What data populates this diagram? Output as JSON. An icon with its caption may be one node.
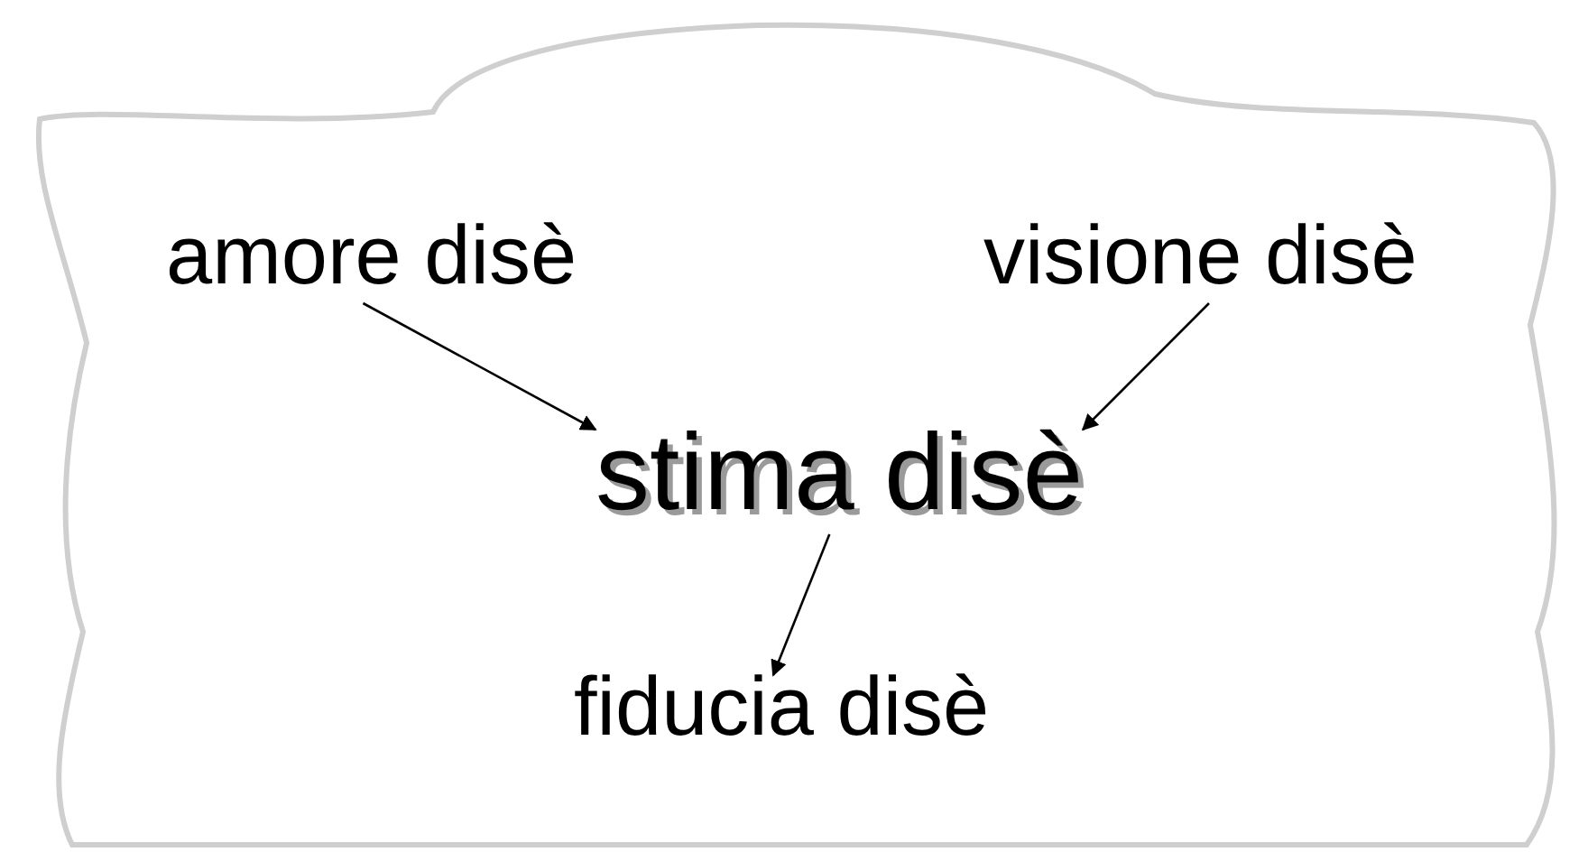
{
  "diagram": {
    "nodes": [
      {
        "text": [
          "amore disè"
        ]
      },
      {
        "text": [
          "visione disè"
        ]
      },
      {
        "text": [
          "stima disè"
        ]
      },
      {
        "text": [
          "fiducia disè"
        ]
      }
    ],
    "edges": [
      {
        "from": 0,
        "to": 2,
        "arrow": "to"
      },
      {
        "from": 1,
        "to": 2,
        "arrow": "to"
      },
      {
        "from": 2,
        "to": 3,
        "arrow": "to"
      }
    ]
  }
}
